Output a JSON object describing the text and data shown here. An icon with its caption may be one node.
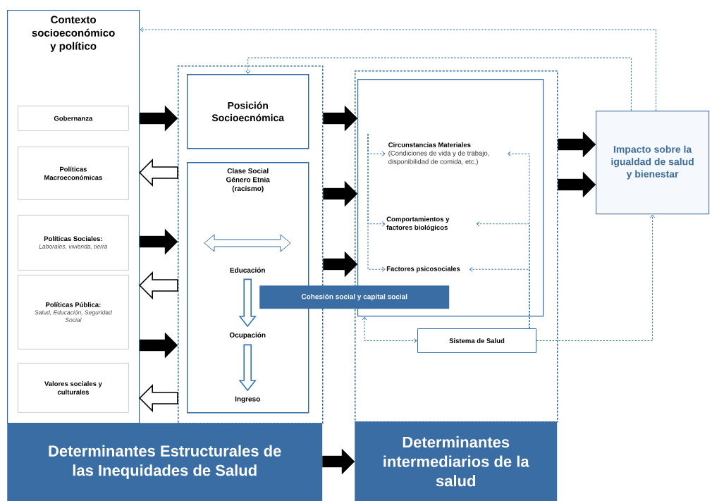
{
  "diagram": {
    "nodes": [
      {
        "text": [
          "Contexto socioeconómico y político"
        ]
      },
      {
        "text": [
          "Gobernanza"
        ],
        "in": 0
      },
      {
        "text": [
          "Políticas Macroeconómicas"
        ],
        "in": 0
      },
      {
        "text": [
          "Políticas Sociales:",
          "Laborales, vivienda, tierra"
        ],
        "in": 0
      },
      {
        "text": [
          "Políticas Pública:",
          "Salud, Educación, Seguridad Social"
        ],
        "in": 0
      },
      {
        "text": [
          "Valores sociales y culturales"
        ],
        "in": 0
      },
      {
        "text": [],
        "shape": "box"
      },
      {
        "text": [
          "Posición Socioecnómica"
        ],
        "in": 6
      },
      {
        "text": [
          "Clase Social Género Etnia (racismo)"
        ],
        "in": 6
      },
      {
        "text": [
          "Educación"
        ],
        "in": 8
      },
      {
        "text": [
          "Ocupación"
        ],
        "in": 8
      },
      {
        "text": [
          "Ingreso"
        ],
        "in": 8
      },
      {
        "text": [],
        "shape": "box"
      },
      {
        "text": [],
        "shape": "box",
        "in": 12
      },
      {
        "text": [
          "Circunstancias Materiales",
          "(Condiciones de vida y de trabajo, disponibilidad de comida, etc.)"
        ],
        "in": 13
      },
      {
        "text": [
          "Comportamientos y factores biológicos"
        ],
        "in": 13
      },
      {
        "text": [
          "Factores psicosociales"
        ],
        "in": 13
      },
      {
        "text": [
          "Cohesión social y capital social"
        ]
      },
      {
        "text": [
          "Sistema de Salud"
        ],
        "in": 12
      },
      {
        "text": [
          "Impacto sobre la igualdad de salud y bienestar"
        ]
      },
      {
        "text": [
          "Determinantes Estructurales de las Inequidades de Salud"
        ]
      },
      {
        "text": [
          "Determinantes intermediarios de la salud"
        ]
      }
    ],
    "edges": [
      {
        "from": 0,
        "to": 6,
        "arrow": "to"
      },
      {
        "from": 6,
        "to": 0,
        "arrow": "to",
        "color": "#000000"
      },
      {
        "from": 0,
        "to": 6,
        "arrow": "to"
      },
      {
        "from": 6,
        "to": 0,
        "arrow": "to",
        "color": "#000000"
      },
      {
        "from": 0,
        "to": 6,
        "arrow": "to"
      },
      {
        "from": 6,
        "to": 0,
        "arrow": "to",
        "color": "#000000"
      },
      {
        "from": 6,
        "to": 13,
        "arrow": "to"
      },
      {
        "from": 6,
        "to": 13,
        "arrow": "to"
      },
      {
        "from": 6,
        "to": 13,
        "arrow": "to"
      },
      {
        "from": 12,
        "to": 19,
        "arrow": "to"
      },
      {
        "from": 12,
        "to": 19,
        "arrow": "to"
      },
      {
        "from": 20,
        "to": 21,
        "arrow": "to"
      },
      {
        "from": 9,
        "to": 10,
        "arrow": "to",
        "color": "#2e75b6"
      },
      {
        "from": 10,
        "to": 11,
        "arrow": "to",
        "color": "#2e75b6"
      },
      {
        "from": 19,
        "to": 0,
        "arrow": "to",
        "style": "dashed",
        "color": "#2e75b6"
      },
      {
        "from": 19,
        "to": 7,
        "arrow": "to",
        "style": "dashed",
        "color": "#2e75b6"
      },
      {
        "from": 18,
        "to": 19,
        "arrow": "to",
        "style": "dashed",
        "color": "#2e75b6"
      },
      {
        "from": 18,
        "to": 13,
        "arrow": "both",
        "style": "dashed",
        "color": "#2e75b6"
      },
      {
        "from": 18,
        "to": 14,
        "arrow": "to",
        "style": "dashed",
        "color": "#2e75b6"
      },
      {
        "from": 18,
        "to": 15,
        "arrow": "to",
        "style": "dashed",
        "color": "#2e75b6"
      },
      {
        "from": 18,
        "to": 16,
        "arrow": "to",
        "style": "dashed",
        "color": "#2e75b6"
      },
      {
        "from": null,
        "to": 14,
        "arrow": "to",
        "style": "dashed",
        "color": "#2e75b6"
      },
      {
        "from": null,
        "to": 15,
        "arrow": "to",
        "style": "dashed",
        "color": "#2e75b6"
      },
      {
        "from": null,
        "to": 16,
        "arrow": "to",
        "style": "dashed",
        "color": "#2e75b6"
      }
    ]
  }
}
